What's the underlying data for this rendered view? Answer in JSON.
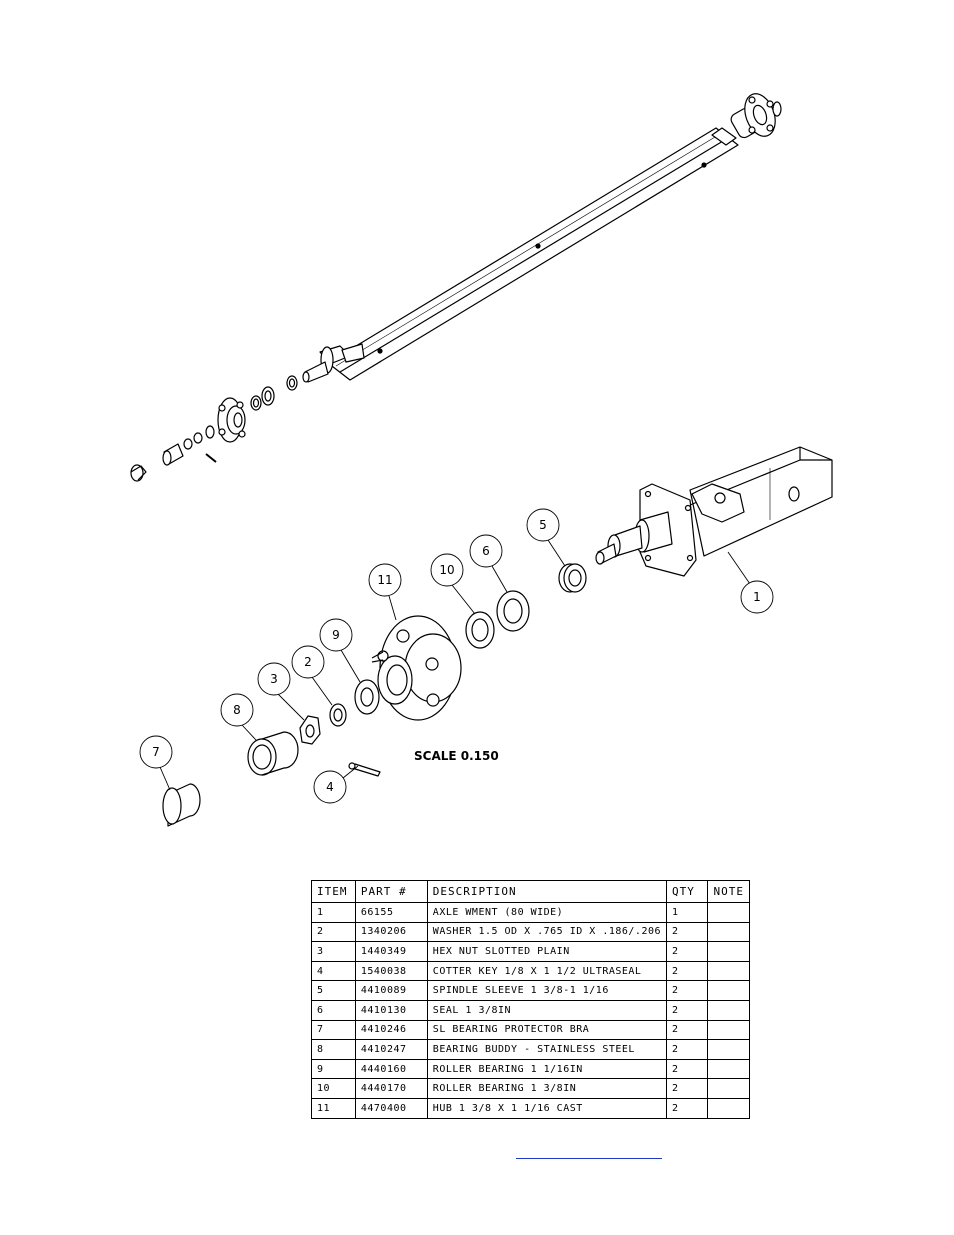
{
  "drawing": {
    "scale_label": "SCALE 0.150",
    "balloons": [
      "1",
      "2",
      "3",
      "4",
      "5",
      "6",
      "7",
      "8",
      "9",
      "10",
      "11"
    ]
  },
  "bom": {
    "headers": [
      "ITEM",
      "PART #",
      "DESCRIPTION",
      "QTY",
      "NOTE"
    ],
    "rows": [
      {
        "item": "1",
        "part": "66155",
        "desc": "AXLE WMENT (80 WIDE)",
        "qty": "1",
        "note": ""
      },
      {
        "item": "2",
        "part": "1340206",
        "desc": "WASHER 1.5 OD X .765 ID X .186/.206",
        "qty": "2",
        "note": ""
      },
      {
        "item": "3",
        "part": "1440349",
        "desc": "HEX NUT SLOTTED PLAIN",
        "qty": "2",
        "note": ""
      },
      {
        "item": "4",
        "part": "1540038",
        "desc": "COTTER KEY 1/8 X 1 1/2 ULTRASEAL",
        "qty": "2",
        "note": ""
      },
      {
        "item": "5",
        "part": "4410089",
        "desc": "SPINDLE SLEEVE  1 3/8-1 1/16",
        "qty": "2",
        "note": ""
      },
      {
        "item": "6",
        "part": "4410130",
        "desc": "SEAL  1 3/8IN",
        "qty": "2",
        "note": ""
      },
      {
        "item": "7",
        "part": "4410246",
        "desc": "SL BEARING PROTECTOR BRA",
        "qty": "2",
        "note": ""
      },
      {
        "item": "8",
        "part": "4410247",
        "desc": "BEARING BUDDY - STAINLESS STEEL",
        "qty": "2",
        "note": ""
      },
      {
        "item": "9",
        "part": "4440160",
        "desc": "ROLLER BEARING   1 1/16IN",
        "qty": "2",
        "note": ""
      },
      {
        "item": "10",
        "part": "4440170",
        "desc": "ROLLER BEARING   1 3/8IN",
        "qty": "2",
        "note": ""
      },
      {
        "item": "11",
        "part": "4470400",
        "desc": "HUB   1 3/8 X 1 1/16 CAST",
        "qty": "2",
        "note": ""
      }
    ]
  }
}
